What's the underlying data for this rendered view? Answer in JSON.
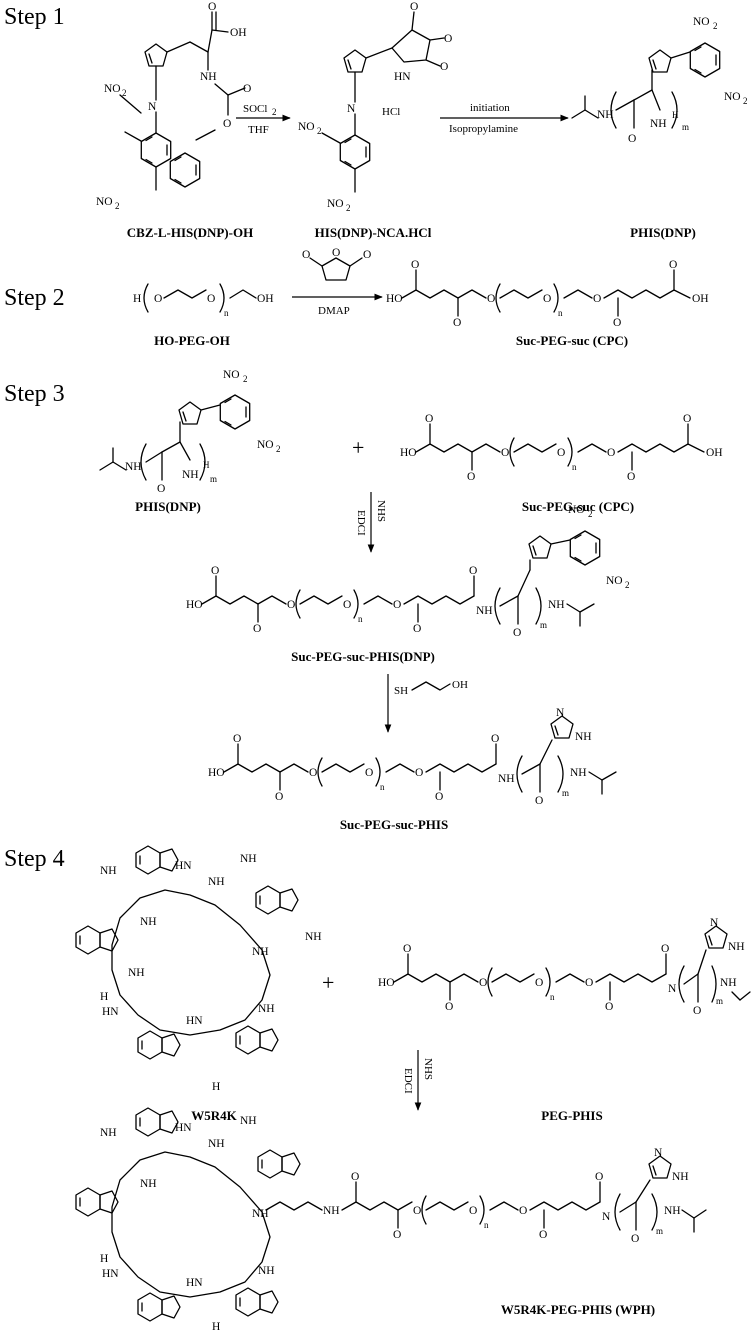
{
  "steps": [
    "Step 1",
    "Step 2",
    "Step 3",
    "Step 4"
  ],
  "step1": {
    "reactant": "CBZ-L-HIS(DNP)-OH",
    "intermediate": "HIS(DNP)-NCA.HCl",
    "product": "PHIS(DNP)",
    "reagent_top_1": "SOCl",
    "reagent_top_1_sub": "2",
    "reagent_bottom_1": "THF",
    "reagent_top_2": "initiation",
    "reagent_bottom_2": "Isopropylamine",
    "hcl": "HCl"
  },
  "step2": {
    "reactant": "HO-PEG-OH",
    "product": "Suc-PEG-suc (CPC)",
    "reagent_bottom": "DMAP"
  },
  "step3": {
    "reactant_a": "PHIS(DNP)",
    "reactant_b": "Suc-PEG-suc (CPC)",
    "plus": "+",
    "reagent_right_1": "NHS",
    "reagent_left_1": "EDCI",
    "intermediate": "Suc-PEG-suc-PHIS(DNP)",
    "reagent_2": "SH",
    "reagent_2_oh": "OH",
    "product": "Suc-PEG-suc-PHIS"
  },
  "step4": {
    "reactant_a": "W5R4K",
    "reactant_b": "PEG-PHIS",
    "plus": "+",
    "reagent_right": "NHS",
    "reagent_left": "EDCI",
    "product": "W5R4K-PEG-PHIS (WPH)"
  },
  "atoms": {
    "OH": "OH",
    "HO": "HO",
    "H": "H",
    "O": "O",
    "NH": "NH",
    "N": "N",
    "HN": "HN",
    "NO2": "NO",
    "sub2": "2",
    "O2N": "O",
    "n": "n",
    "m": "m",
    "NH2": "NH",
    "H2N": "H",
    "NHiso": "NH"
  }
}
